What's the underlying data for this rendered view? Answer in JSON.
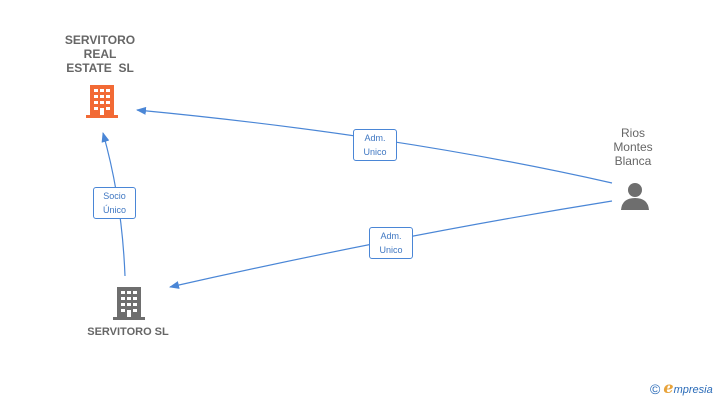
{
  "nodes": {
    "top_company": {
      "name_lines": [
        "SERVITORO",
        "REAL",
        "ESTATE  SL"
      ],
      "icon": "building-icon",
      "color": "#f26a35"
    },
    "bottom_company": {
      "name_lines": [
        "SERVITORO SL"
      ],
      "icon": "building-icon",
      "color": "#6e6e6e"
    },
    "person": {
      "name_lines": [
        "Rios",
        "Montes",
        "Blanca"
      ],
      "icon": "person-icon",
      "color": "#6e6e6e"
    }
  },
  "edges": [
    {
      "from": "person",
      "to": "top_company",
      "label_lines": [
        "Adm.",
        "Unico"
      ]
    },
    {
      "from": "person",
      "to": "bottom_company",
      "label_lines": [
        "Adm.",
        "Unico"
      ]
    },
    {
      "from": "bottom_company",
      "to": "top_company",
      "label_lines": [
        "Socio",
        "Único"
      ]
    }
  ],
  "footer": {
    "copyright_symbol": "©",
    "brand_initial": "e",
    "brand_rest": "mpresia"
  },
  "colors": {
    "edge": "#4a86d6",
    "label_text": "#3f77c2"
  }
}
